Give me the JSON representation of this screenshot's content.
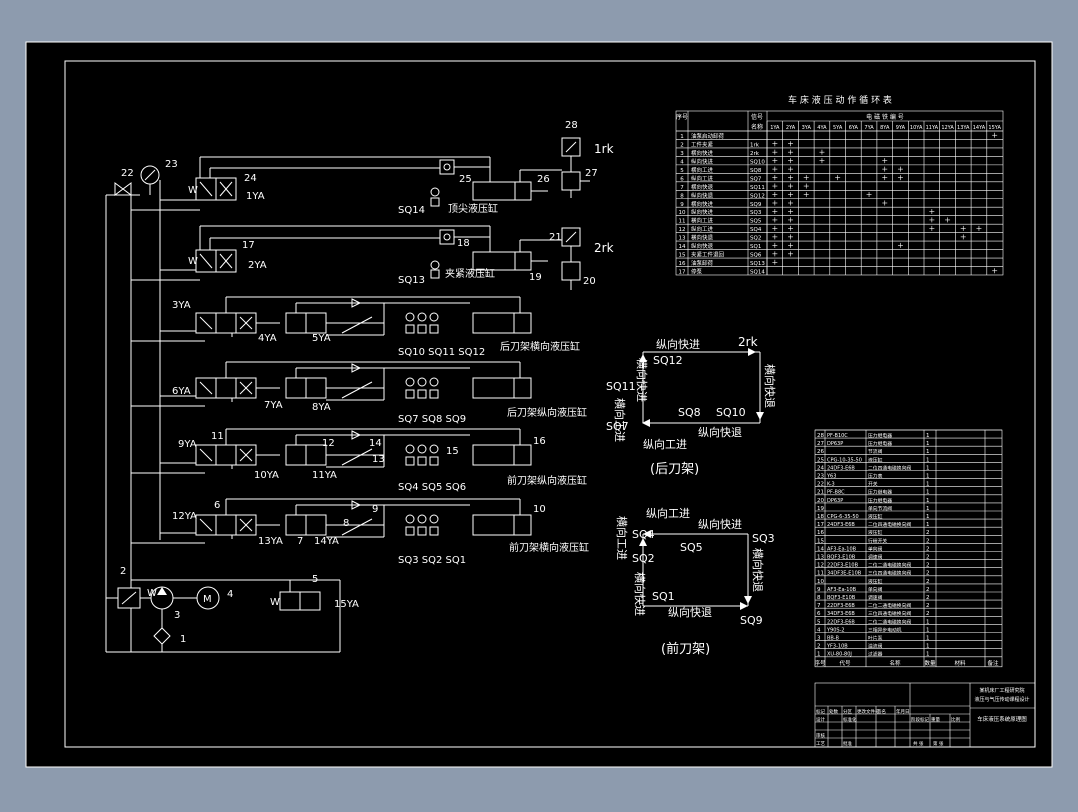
{
  "colors": {
    "background": "#8d9bae",
    "sheet": "#000000",
    "line": "#ffffff"
  },
  "schematic": {
    "parts": {
      "p22": "22",
      "p23": "23",
      "p24": "24",
      "p25": "25",
      "p26": "26",
      "p27": "27",
      "p28": "28",
      "p17": "17",
      "p18": "18",
      "p19": "19",
      "p20": "20",
      "p21": "21",
      "p11": "11",
      "p12": "12",
      "p13": "13",
      "p14": "14",
      "p15": "15",
      "p16": "16",
      "p6": "6",
      "p7": "7",
      "p8": "8",
      "p9": "9",
      "p10": "10",
      "p2": "2",
      "p3": "3",
      "p4": "4",
      "p5": "5",
      "p1": "1"
    },
    "solenoids": {
      "y1": "1YA",
      "y2": "2YA",
      "y3": "3YA",
      "y4": "4YA",
      "y5": "5YA",
      "y6": "6YA",
      "y7": "7YA",
      "y8": "8YA",
      "y9": "9YA",
      "y10": "10YA",
      "y11": "11YA",
      "y12": "12YA",
      "y13": "13YA",
      "y14": "14YA",
      "y15": "15YA"
    },
    "switches": {
      "sq14": "SQ14",
      "sq13": "SQ13",
      "row1": "SQ10 SQ11 SQ12",
      "row2": "SQ7 SQ8 SQ9",
      "row3": "SQ4 SQ5 SQ6",
      "row4": "SQ3 SQ2 SQ1",
      "rk1": "1rk",
      "rk2": "2rk"
    },
    "cylinders": {
      "c1": "顶尖液压缸",
      "c2": "夹紧液压缸",
      "c3": "后刀架横向液压缸",
      "c4": "后刀架纵向液压缸",
      "c5": "前刀架纵向液压缸",
      "c6": "前刀架横向液压缸"
    },
    "symbols": {
      "motor": "M",
      "spring": "W"
    }
  },
  "rear_cycle": {
    "top": "纵向快进",
    "top_right": "2rk",
    "right": "横向快退",
    "left_top": "横向快进",
    "left_bottom": "横向工进",
    "bottom": "纵向工进",
    "bottom2": "纵向快退",
    "sq12": "SQ12",
    "sq11": "SQ11",
    "sq7": "SQ7",
    "sq8": "SQ8",
    "sq10": "SQ10",
    "caption": "(后刀架)"
  },
  "front_cycle": {
    "top": "纵向工进",
    "top2": "纵向快进",
    "left_top": "横向工进",
    "left_bottom": "横向快进",
    "right": "横向快退",
    "bottom": "纵向快退",
    "sq4": "SQ4",
    "sq3": "SQ3",
    "sq5": "SQ5",
    "sq2": "SQ2",
    "sq1": "SQ1",
    "sq9": "SQ9",
    "caption": "(前刀架)"
  },
  "action_table": {
    "title": "车 床 液 压 动 作 循 环 表",
    "h_seq": "序号",
    "h_signal": "信号",
    "h_signal2": "名称",
    "h_group": "电 磁 铁 编 号",
    "solenoids": [
      "1YA",
      "2YA",
      "3YA",
      "4YA",
      "5YA",
      "6YA",
      "7YA",
      "8YA",
      "9YA",
      "10YA",
      "11YA",
      "12YA",
      "13YA",
      "14YA",
      "15YA"
    ],
    "rows": [
      {
        "n": "1",
        "name": "油泵启动卸荷",
        "sig": "",
        "m": [
          0,
          0,
          0,
          0,
          0,
          0,
          0,
          0,
          0,
          0,
          0,
          0,
          0,
          0,
          1
        ]
      },
      {
        "n": "2",
        "name": "工件夹紧",
        "sig": "1rk",
        "m": [
          1,
          1,
          0,
          0,
          0,
          0,
          0,
          0,
          0,
          0,
          0,
          0,
          0,
          0,
          0
        ]
      },
      {
        "n": "3",
        "name": "横向快进",
        "sig": "2rk",
        "m": [
          1,
          1,
          0,
          1,
          0,
          0,
          0,
          0,
          0,
          0,
          0,
          0,
          0,
          0,
          0
        ]
      },
      {
        "n": "4",
        "name": "纵向快进",
        "sig": "SQ10",
        "m": [
          1,
          1,
          0,
          1,
          0,
          0,
          0,
          1,
          0,
          0,
          0,
          0,
          0,
          0,
          0
        ]
      },
      {
        "n": "5",
        "name": "横向工进",
        "sig": "SQ8",
        "m": [
          1,
          1,
          0,
          0,
          0,
          0,
          0,
          1,
          1,
          0,
          0,
          0,
          0,
          0,
          0
        ]
      },
      {
        "n": "6",
        "name": "纵向工进",
        "sig": "SQ7",
        "m": [
          1,
          1,
          1,
          0,
          1,
          0,
          0,
          1,
          1,
          0,
          0,
          0,
          0,
          0,
          0
        ]
      },
      {
        "n": "7",
        "name": "横向快退",
        "sig": "SQ11",
        "m": [
          1,
          1,
          1,
          0,
          0,
          0,
          0,
          0,
          0,
          0,
          0,
          0,
          0,
          0,
          0
        ]
      },
      {
        "n": "8",
        "name": "纵向快退",
        "sig": "SQ12",
        "m": [
          1,
          1,
          1,
          0,
          0,
          0,
          1,
          0,
          0,
          0,
          0,
          0,
          0,
          0,
          0
        ]
      },
      {
        "n": "9",
        "name": "横向快进",
        "sig": "SQ9",
        "m": [
          1,
          1,
          0,
          0,
          0,
          0,
          0,
          1,
          0,
          0,
          0,
          0,
          0,
          0,
          0
        ]
      },
      {
        "n": "10",
        "name": "纵向快进",
        "sig": "SQ3",
        "m": [
          1,
          1,
          0,
          0,
          0,
          0,
          0,
          0,
          0,
          0,
          1,
          0,
          0,
          0,
          0
        ]
      },
      {
        "n": "11",
        "name": "横向工进",
        "sig": "SQ5",
        "m": [
          1,
          1,
          0,
          0,
          0,
          0,
          0,
          0,
          0,
          0,
          1,
          1,
          0,
          0,
          0
        ]
      },
      {
        "n": "12",
        "name": "纵向工进",
        "sig": "SQ4",
        "m": [
          1,
          1,
          0,
          0,
          0,
          0,
          0,
          0,
          0,
          0,
          1,
          0,
          1,
          1,
          0
        ]
      },
      {
        "n": "13",
        "name": "横向快退",
        "sig": "SQ2",
        "m": [
          1,
          1,
          0,
          0,
          0,
          0,
          0,
          0,
          0,
          0,
          0,
          0,
          1,
          0,
          0
        ]
      },
      {
        "n": "14",
        "name": "纵向快退",
        "sig": "SQ1",
        "m": [
          1,
          1,
          0,
          0,
          0,
          0,
          0,
          0,
          1,
          0,
          0,
          0,
          0,
          0,
          0
        ]
      },
      {
        "n": "15",
        "name": "夹紧工件退回",
        "sig": "SQ6",
        "m": [
          1,
          1,
          0,
          0,
          0,
          0,
          0,
          0,
          0,
          0,
          0,
          0,
          0,
          0,
          0
        ]
      },
      {
        "n": "16",
        "name": "油泵卸荷",
        "sig": "SQ13",
        "m": [
          1,
          0,
          0,
          0,
          0,
          0,
          0,
          0,
          0,
          0,
          0,
          0,
          0,
          0,
          0
        ]
      },
      {
        "n": "17",
        "name": "停泵",
        "sig": "SQ14",
        "m": [
          0,
          0,
          0,
          0,
          0,
          0,
          0,
          0,
          0,
          0,
          0,
          0,
          0,
          0,
          1
        ]
      }
    ]
  },
  "parts_list": {
    "rows": [
      {
        "n": "28",
        "code": "PF-B10C",
        "name": "压力继电器",
        "q": "1"
      },
      {
        "n": "27",
        "code": "DP63P",
        "name": "压力继电器",
        "q": "1"
      },
      {
        "n": "26",
        "code": "",
        "name": "节流阀",
        "q": "1"
      },
      {
        "n": "25",
        "code": "CPG-10-35-50",
        "name": "液压缸",
        "q": "1"
      },
      {
        "n": "24",
        "code": "24DF3-E6B",
        "name": "二位四通电磁换向阀",
        "q": "1"
      },
      {
        "n": "23",
        "code": "Y63",
        "name": "压力表",
        "q": "1"
      },
      {
        "n": "22",
        "code": "K-3",
        "name": "开关",
        "q": "1"
      },
      {
        "n": "21",
        "code": "PF-B8C",
        "name": "压力继电器",
        "q": "1"
      },
      {
        "n": "20",
        "code": "DP63P",
        "name": "压力继电器",
        "q": "1"
      },
      {
        "n": "19",
        "code": "",
        "name": "单向节流阀",
        "q": "1"
      },
      {
        "n": "18",
        "code": "CPG-6-35-50",
        "name": "液压缸",
        "q": "1"
      },
      {
        "n": "17",
        "code": "24DF3-E6B",
        "name": "二位四通电磁换向阀",
        "q": "1"
      },
      {
        "n": "16",
        "code": "",
        "name": "液压缸",
        "q": "2"
      },
      {
        "n": "15",
        "code": "",
        "name": "行程开关",
        "q": "2"
      },
      {
        "n": "14",
        "code": "AF3-Ea-10B",
        "name": "单向阀",
        "q": "2"
      },
      {
        "n": "13",
        "code": "BQF3-E10B",
        "name": "调速阀",
        "q": "2"
      },
      {
        "n": "12",
        "code": "22DF3-E10B",
        "name": "二位二通电磁换向阀",
        "q": "2"
      },
      {
        "n": "11",
        "code": "34DF3E-E10B",
        "name": "三位四通电磁换向阀",
        "q": "2"
      },
      {
        "n": "10",
        "code": "",
        "name": "液压缸",
        "q": "2"
      },
      {
        "n": "9",
        "code": "AF3-Ea-10B",
        "name": "单向阀",
        "q": "2"
      },
      {
        "n": "8",
        "code": "BQF3-E10B",
        "name": "调速阀",
        "q": "2"
      },
      {
        "n": "7",
        "code": "22DF3-E6B",
        "name": "二位二通电磁换向阀",
        "q": "2"
      },
      {
        "n": "6",
        "code": "34DF3-E6B",
        "name": "三位四通电磁换向阀",
        "q": "2"
      },
      {
        "n": "5",
        "code": "22DF3-E6B",
        "name": "二位二通电磁换向阀",
        "q": "1"
      },
      {
        "n": "4",
        "code": "Y90S-2",
        "name": "三相异步电动机",
        "q": "1"
      },
      {
        "n": "3",
        "code": "BB-B",
        "name": "叶片泵",
        "q": "1"
      },
      {
        "n": "2",
        "code": "YF3-10B",
        "name": "溢流阀",
        "q": "1"
      },
      {
        "n": "1",
        "code": "XU-80-80J",
        "name": "过滤器",
        "q": "1"
      }
    ],
    "h_n": "序号",
    "h_code": "代号",
    "h_name": "名称",
    "h_q": "数量",
    "h_mat": "材料",
    "h_note": "备注"
  },
  "title_block": {
    "company": "某机床厂工程研究院",
    "sub": "液压与气压传动课程设计",
    "drawing": "车床液压系统原理图",
    "r1": [
      "标记",
      "处数",
      "分区",
      "更改文件号",
      "签名",
      "年月日"
    ],
    "r2": [
      "设计",
      "",
      "标准化",
      "",
      "阶段标记",
      "重量",
      "比例"
    ],
    "r3": [
      "审核"
    ],
    "r4": [
      "工艺",
      "",
      "批准",
      "",
      "共 张",
      "第 张"
    ]
  }
}
